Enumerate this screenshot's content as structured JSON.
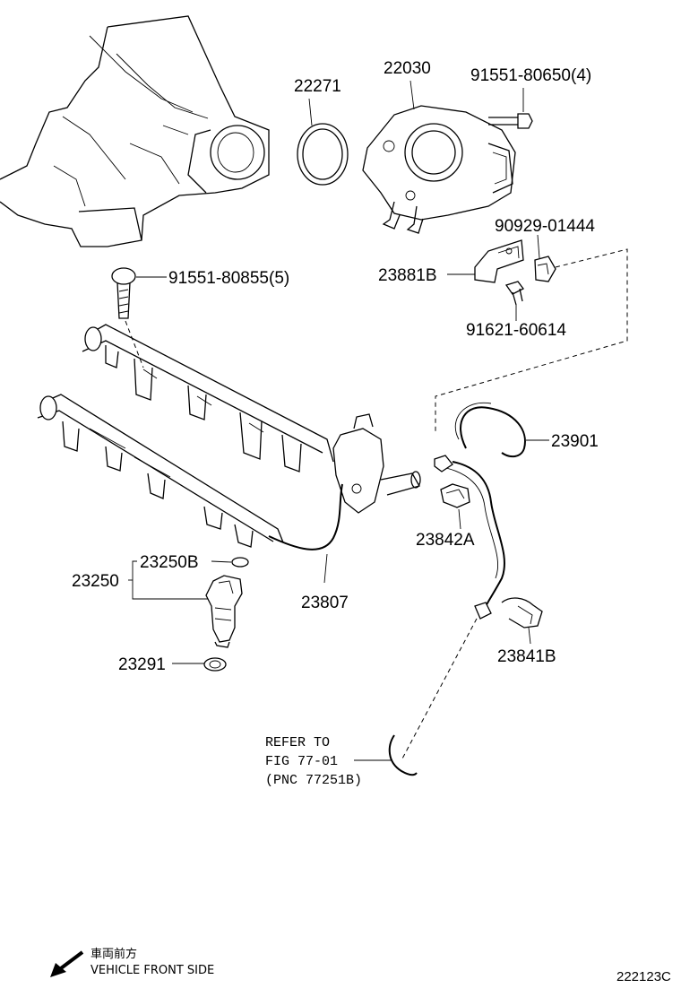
{
  "labels": {
    "p22271": "22271",
    "p22030": "22030",
    "p91551_80650": "91551-80650(4)",
    "p91551_80855": "91551-80855(5)",
    "p90929_01444": "90929-01444",
    "p23881B": "23881B",
    "p91621_60614": "91621-60614",
    "p23901": "23901",
    "p23842A": "23842A",
    "p23250B": "23250B",
    "p23250": "23250",
    "p23807": "23807",
    "p23291": "23291",
    "p23841B": "23841B"
  },
  "reference": {
    "line1": "REFER TO",
    "line2": "FIG 77-01",
    "line3": "(PNC 77251B)"
  },
  "footer": {
    "direction_jp": "車両前方",
    "direction_en": "VEHICLE FRONT SIDE",
    "figure_code": "222123C"
  },
  "icons": {
    "front_arrow": "arrow-down-left-icon"
  }
}
